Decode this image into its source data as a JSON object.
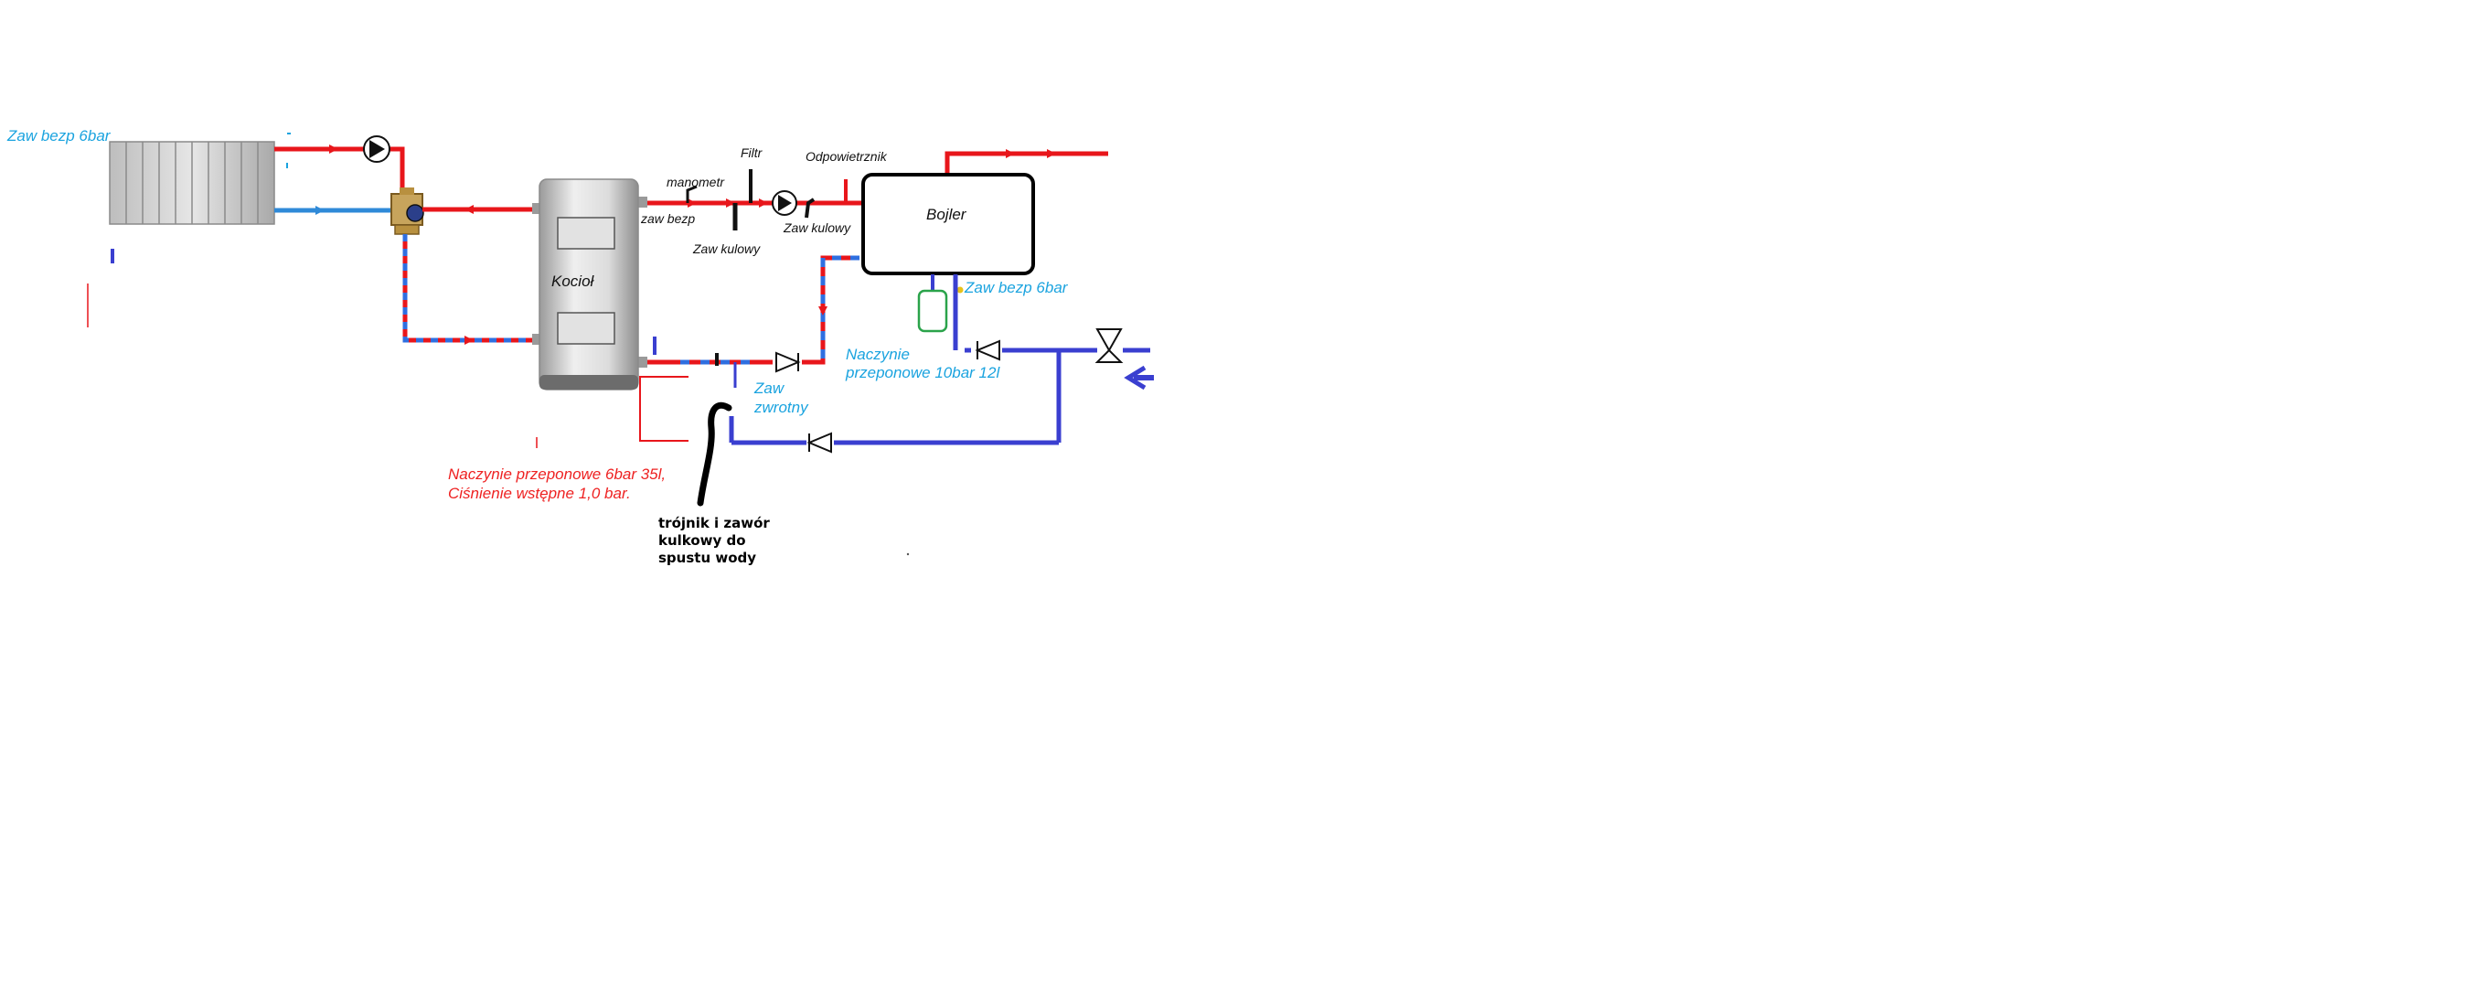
{
  "labels": {
    "radiator_safety_valve": "Zaw bezp 6bar",
    "manometer": "manometr",
    "filter": "Filtr",
    "air_vent": "Odpowietrznik",
    "safety_valve": "zaw bezp",
    "ball_valve_1": "Zaw kulowy",
    "ball_valve_2": "Zaw kulowy",
    "boiler": "Kocioł",
    "tank": "Bojler",
    "tank_safety_valve": "Zaw bezp 6bar",
    "tank_expansion_vessel_line1": "Naczynie",
    "tank_expansion_vessel_line2": "przeponowe 10bar 12l",
    "check_valve_line1": "Zaw",
    "check_valve_line2": "zwrotny",
    "heating_vessel_line1": "Naczynie przeponowe 6bar 35l,",
    "heating_vessel_line2": "Ciśnienie wstępne 1,0 bar.",
    "drain_note": "trójnik i zawór kulkowy do spustu wody"
  },
  "colors": {
    "supply": "#e8161b",
    "return": "#2f6fe0",
    "cold_water": "#3a3fd0",
    "label_blue": "#1aa3df",
    "label_red": "#ee2222",
    "vessel_green": "#2aa34a"
  },
  "icons": [
    "radiator-icon",
    "pump-icon",
    "mixing-valve-icon",
    "boiler-icon",
    "tank-icon",
    "check-valve-icon",
    "expansion-vessel-icon",
    "gate-valve-icon",
    "inlet-arrow-icon"
  ]
}
